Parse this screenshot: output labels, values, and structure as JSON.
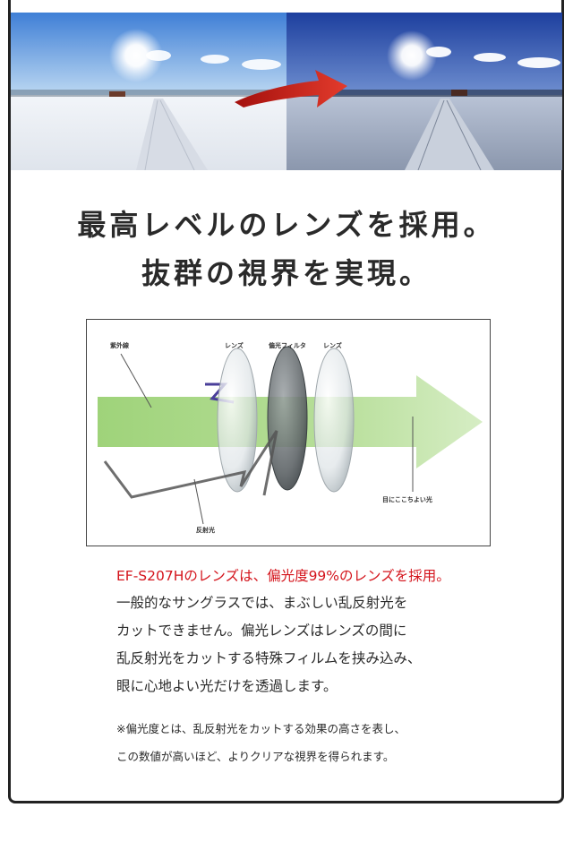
{
  "headline": {
    "line1": "最高レベルのレンズを採用。",
    "line2": "抜群の視界を実現。"
  },
  "diagram": {
    "labels": {
      "uv": "紫外線",
      "lens_left": "レンズ",
      "polarizing_filter": "偏光フィルタ",
      "lens_right": "レンズ",
      "comfortable_light": "目にここちよい光",
      "reflected_light": "反射光"
    }
  },
  "description": {
    "highlight": "EF-S207Hのレンズは、偏光度99%のレンズを採用。",
    "body": [
      "一般的なサングラスでは、まぶしい乱反射光を",
      "カットできません。偏光レンズはレンズの間に",
      "乱反射光をカットする特殊フィルムを挟み込み、",
      "眼に心地よい光だけを透過します。"
    ],
    "notes": [
      "※偏光度とは、乱反射光をカットする効果の高さを表し、",
      "この数値が高いほど、よりクリアな視界を得られます。"
    ]
  },
  "colors": {
    "highlight_red": "#d4141c",
    "arrow_green": "#a9d98a",
    "arrow_red": "#d9251f",
    "uv_purple": "#4a3f9a"
  }
}
